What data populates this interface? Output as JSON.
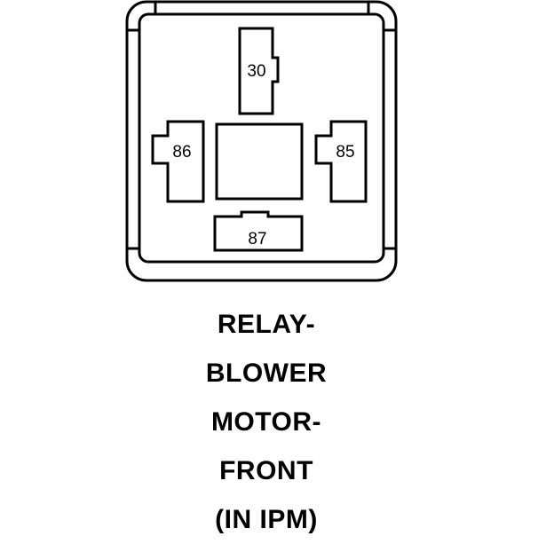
{
  "relay": {
    "pins": {
      "pin_30": "30",
      "pin_86": "86",
      "pin_85": "85",
      "pin_87": "87"
    }
  },
  "caption": {
    "lines": [
      "RELAY-",
      "BLOWER",
      "MOTOR-",
      "FRONT",
      "(IN IPM)"
    ]
  }
}
